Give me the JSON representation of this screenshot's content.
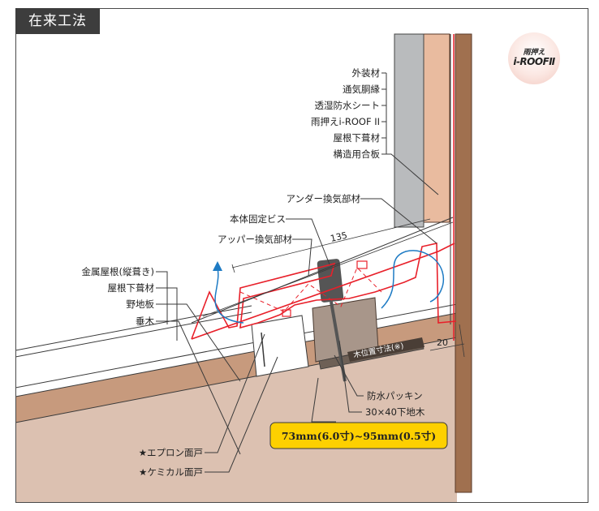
{
  "header": {
    "title": "在来工法"
  },
  "logo": {
    "top_text": "雨押え",
    "main_text": "i-ROOFⅡ"
  },
  "labels": {
    "exterior_material": "外装材",
    "vent_furring": "通気胴縁",
    "moisture_sheet": "透湿防水シート",
    "i_roof": "雨押えi-ROOF II",
    "roof_underlay_upper": "屋根下葺材",
    "structural_plywood": "構造用合板",
    "under_vent": "アンダー換気部材",
    "fixing_screw": "本体固定ビス",
    "upper_vent": "アッパー換気部材",
    "metal_roof": "金属屋根(縦葺き)",
    "roof_underlay_lower": "屋根下葺材",
    "sheathing": "野地板",
    "rafter": "垂木",
    "waterproof_packing": "防水パッキン",
    "base_wood": "30×40下地木",
    "apron_face": "★エプロン面戸",
    "chemical_face": "★ケミカル面戸",
    "wood_position": "木位置寸法(※)"
  },
  "dimensions": {
    "d135": "135",
    "d20": "20"
  },
  "callout": {
    "text": "73mm(6.0寸)~95mm(0.5寸)"
  },
  "colors": {
    "wall_wood": "#a0704f",
    "sheathing": "#e9bb9f",
    "exterior": "#b9bbbd",
    "roof_base": "#dcc1b1",
    "wood_block": "#a8968a",
    "screw": "#555555",
    "flashing": "#e8202a",
    "airflow": "#1e7bc4",
    "callout": "#fdd000"
  }
}
